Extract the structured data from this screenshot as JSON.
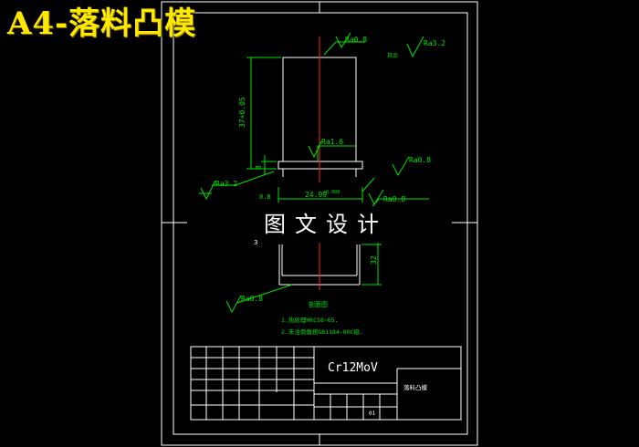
{
  "overlay": {
    "title": "A4-落料凸模",
    "watermark": "图文设计"
  },
  "drawing": {
    "roughness": {
      "r1": "Ra0.8",
      "r2": "Ra3.2",
      "r2_prefix": "其余",
      "r3": "Ra1.6",
      "r4": "Ra0.8",
      "r5": "Ra3.2",
      "r6": "Ra0.8",
      "r7": "Ra0.8"
    },
    "dimensions": {
      "vertical_height": "37+0.05",
      "flange_height": "3",
      "flange_width": "24.99",
      "flange_width_tol": "+0.009",
      "lower_height": "32",
      "side_small": "0.8",
      "bottom_small": "3"
    },
    "view_label": "剖面图",
    "notes": [
      "1.热处理HRC58~65.",
      "2.未注倒角按GB1184-80C级."
    ],
    "title_block": {
      "material": "Cr12MoV",
      "part_name": "落料凸模",
      "scale": "01"
    }
  },
  "colors": {
    "frame": "#ffffff",
    "geometry": "#ffffff",
    "dimension": "#00e000",
    "centerline": "#ff2020",
    "title_overlay": "#ffe800"
  }
}
